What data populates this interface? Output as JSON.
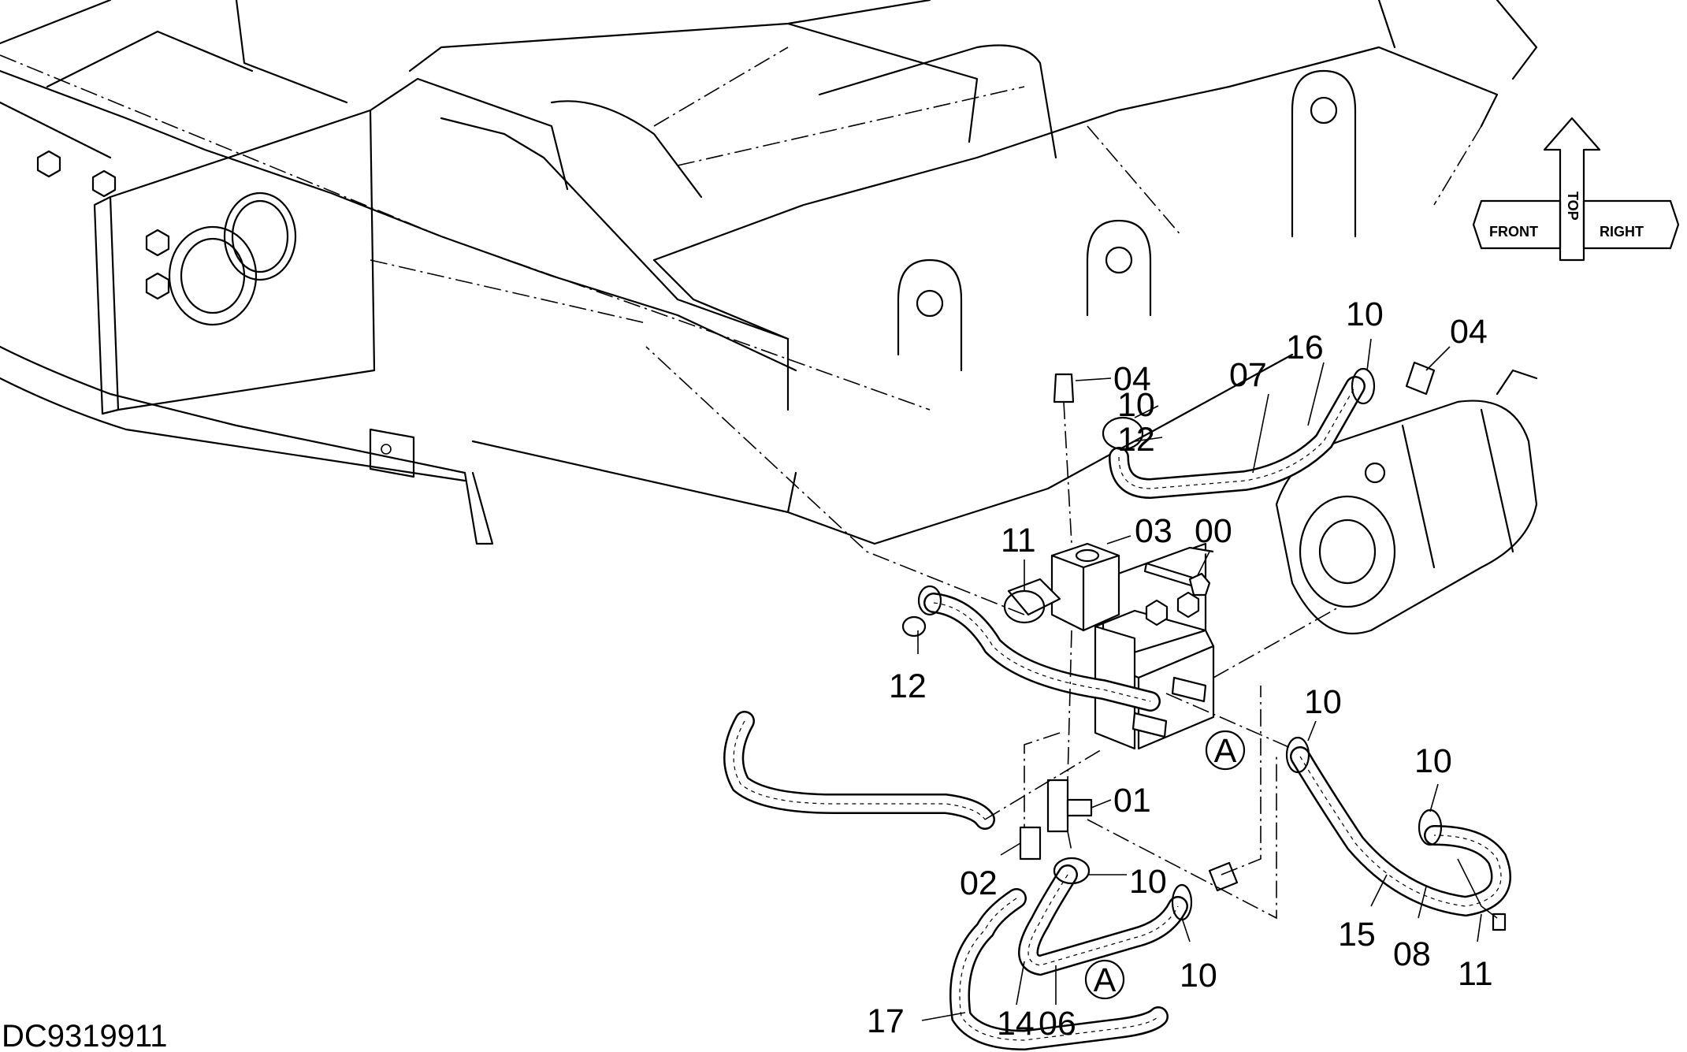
{
  "drawing_code": "DC9319911",
  "orientation": {
    "top": "TOP",
    "front": "FRONT",
    "right": "RIGHT"
  },
  "labels": {
    "p00": "00",
    "p01": "01",
    "p02": "02",
    "p03": "03",
    "p04a": "04",
    "p04b": "04",
    "p06": "06",
    "p07": "07",
    "p08": "08",
    "p10a": "10",
    "p10b": "10",
    "p10c": "10",
    "p10d": "10",
    "p10e": "10",
    "p10f": "10",
    "p11a": "11",
    "p11b": "11",
    "p12a": "12",
    "p12b": "12",
    "p14": "14",
    "p15": "15",
    "p16": "16",
    "p17": "17"
  },
  "callouts": {
    "a1": "A",
    "a2": "A"
  }
}
